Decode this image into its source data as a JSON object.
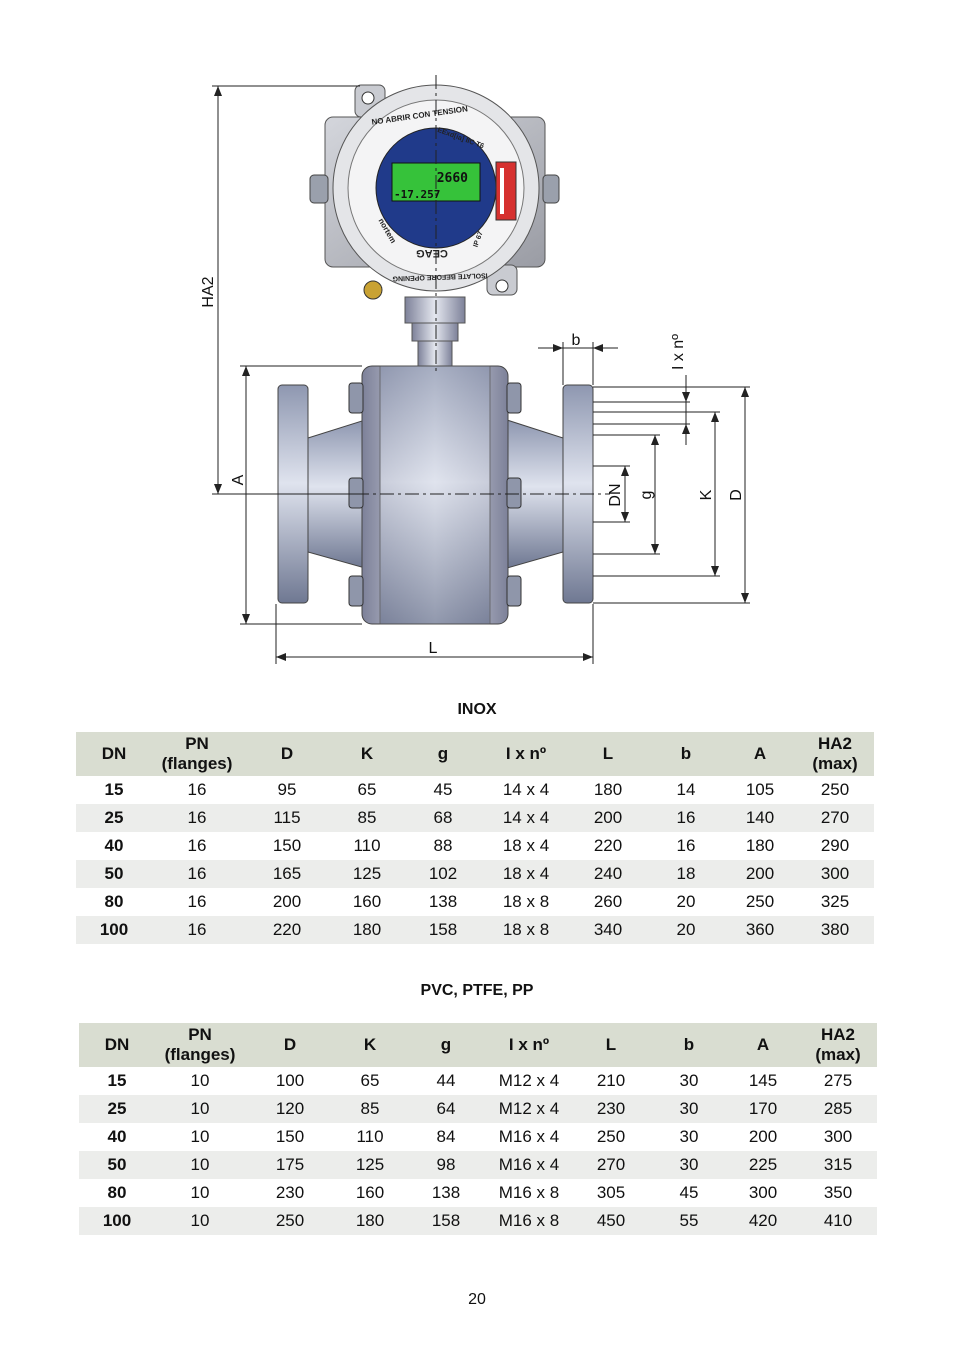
{
  "drawing": {
    "dims": {
      "ha2": "HA2",
      "a": "A",
      "l": "L",
      "b": "b",
      "ixn": "I x nº",
      "dn": "DN",
      "g": "g",
      "k": "K",
      "d": "D"
    },
    "display": {
      "warning_top": "NO ABRIR CON TENSION",
      "warning_bottom": "ISOLATE BEFORE OPENING",
      "certification": "EExd[ia] IIC T6",
      "rating": "IP 67",
      "brand": "CEAG",
      "maker": "nortem",
      "reading_main": "2660",
      "reading_total": "-17.257"
    }
  },
  "tables": [
    {
      "title": "INOX",
      "headers": [
        "DN",
        "PN\n(flanges)",
        "D",
        "K",
        "g",
        "I x nº",
        "L",
        "b",
        "A",
        "HA2\n(max)"
      ],
      "rows": [
        [
          "15",
          "16",
          "95",
          "65",
          "45",
          "14 x 4",
          "180",
          "14",
          "105",
          "250"
        ],
        [
          "25",
          "16",
          "115",
          "85",
          "68",
          "14 x 4",
          "200",
          "16",
          "140",
          "270"
        ],
        [
          "40",
          "16",
          "150",
          "110",
          "88",
          "18 x 4",
          "220",
          "16",
          "180",
          "290"
        ],
        [
          "50",
          "16",
          "165",
          "125",
          "102",
          "18 x 4",
          "240",
          "18",
          "200",
          "300"
        ],
        [
          "80",
          "16",
          "200",
          "160",
          "138",
          "18 x 8",
          "260",
          "20",
          "250",
          "325"
        ],
        [
          "100",
          "16",
          "220",
          "180",
          "158",
          "18 x 8",
          "340",
          "20",
          "360",
          "380"
        ]
      ]
    },
    {
      "title": "PVC, PTFE, PP",
      "headers": [
        "DN",
        "PN\n(flanges)",
        "D",
        "K",
        "g",
        "I x nº",
        "L",
        "b",
        "A",
        "HA2\n(max)"
      ],
      "rows": [
        [
          "15",
          "10",
          "100",
          "65",
          "44",
          "M12 x 4",
          "210",
          "30",
          "145",
          "275"
        ],
        [
          "25",
          "10",
          "120",
          "85",
          "64",
          "M12 x 4",
          "230",
          "30",
          "170",
          "285"
        ],
        [
          "40",
          "10",
          "150",
          "110",
          "84",
          "M16 x 4",
          "250",
          "30",
          "200",
          "300"
        ],
        [
          "50",
          "10",
          "175",
          "125",
          "98",
          "M16 x 4",
          "270",
          "30",
          "225",
          "315"
        ],
        [
          "80",
          "10",
          "230",
          "160",
          "138",
          "M16 x 8",
          "305",
          "45",
          "300",
          "350"
        ],
        [
          "100",
          "10",
          "250",
          "180",
          "158",
          "M16 x 8",
          "450",
          "55",
          "420",
          "410"
        ]
      ]
    }
  ],
  "page_number": "20"
}
